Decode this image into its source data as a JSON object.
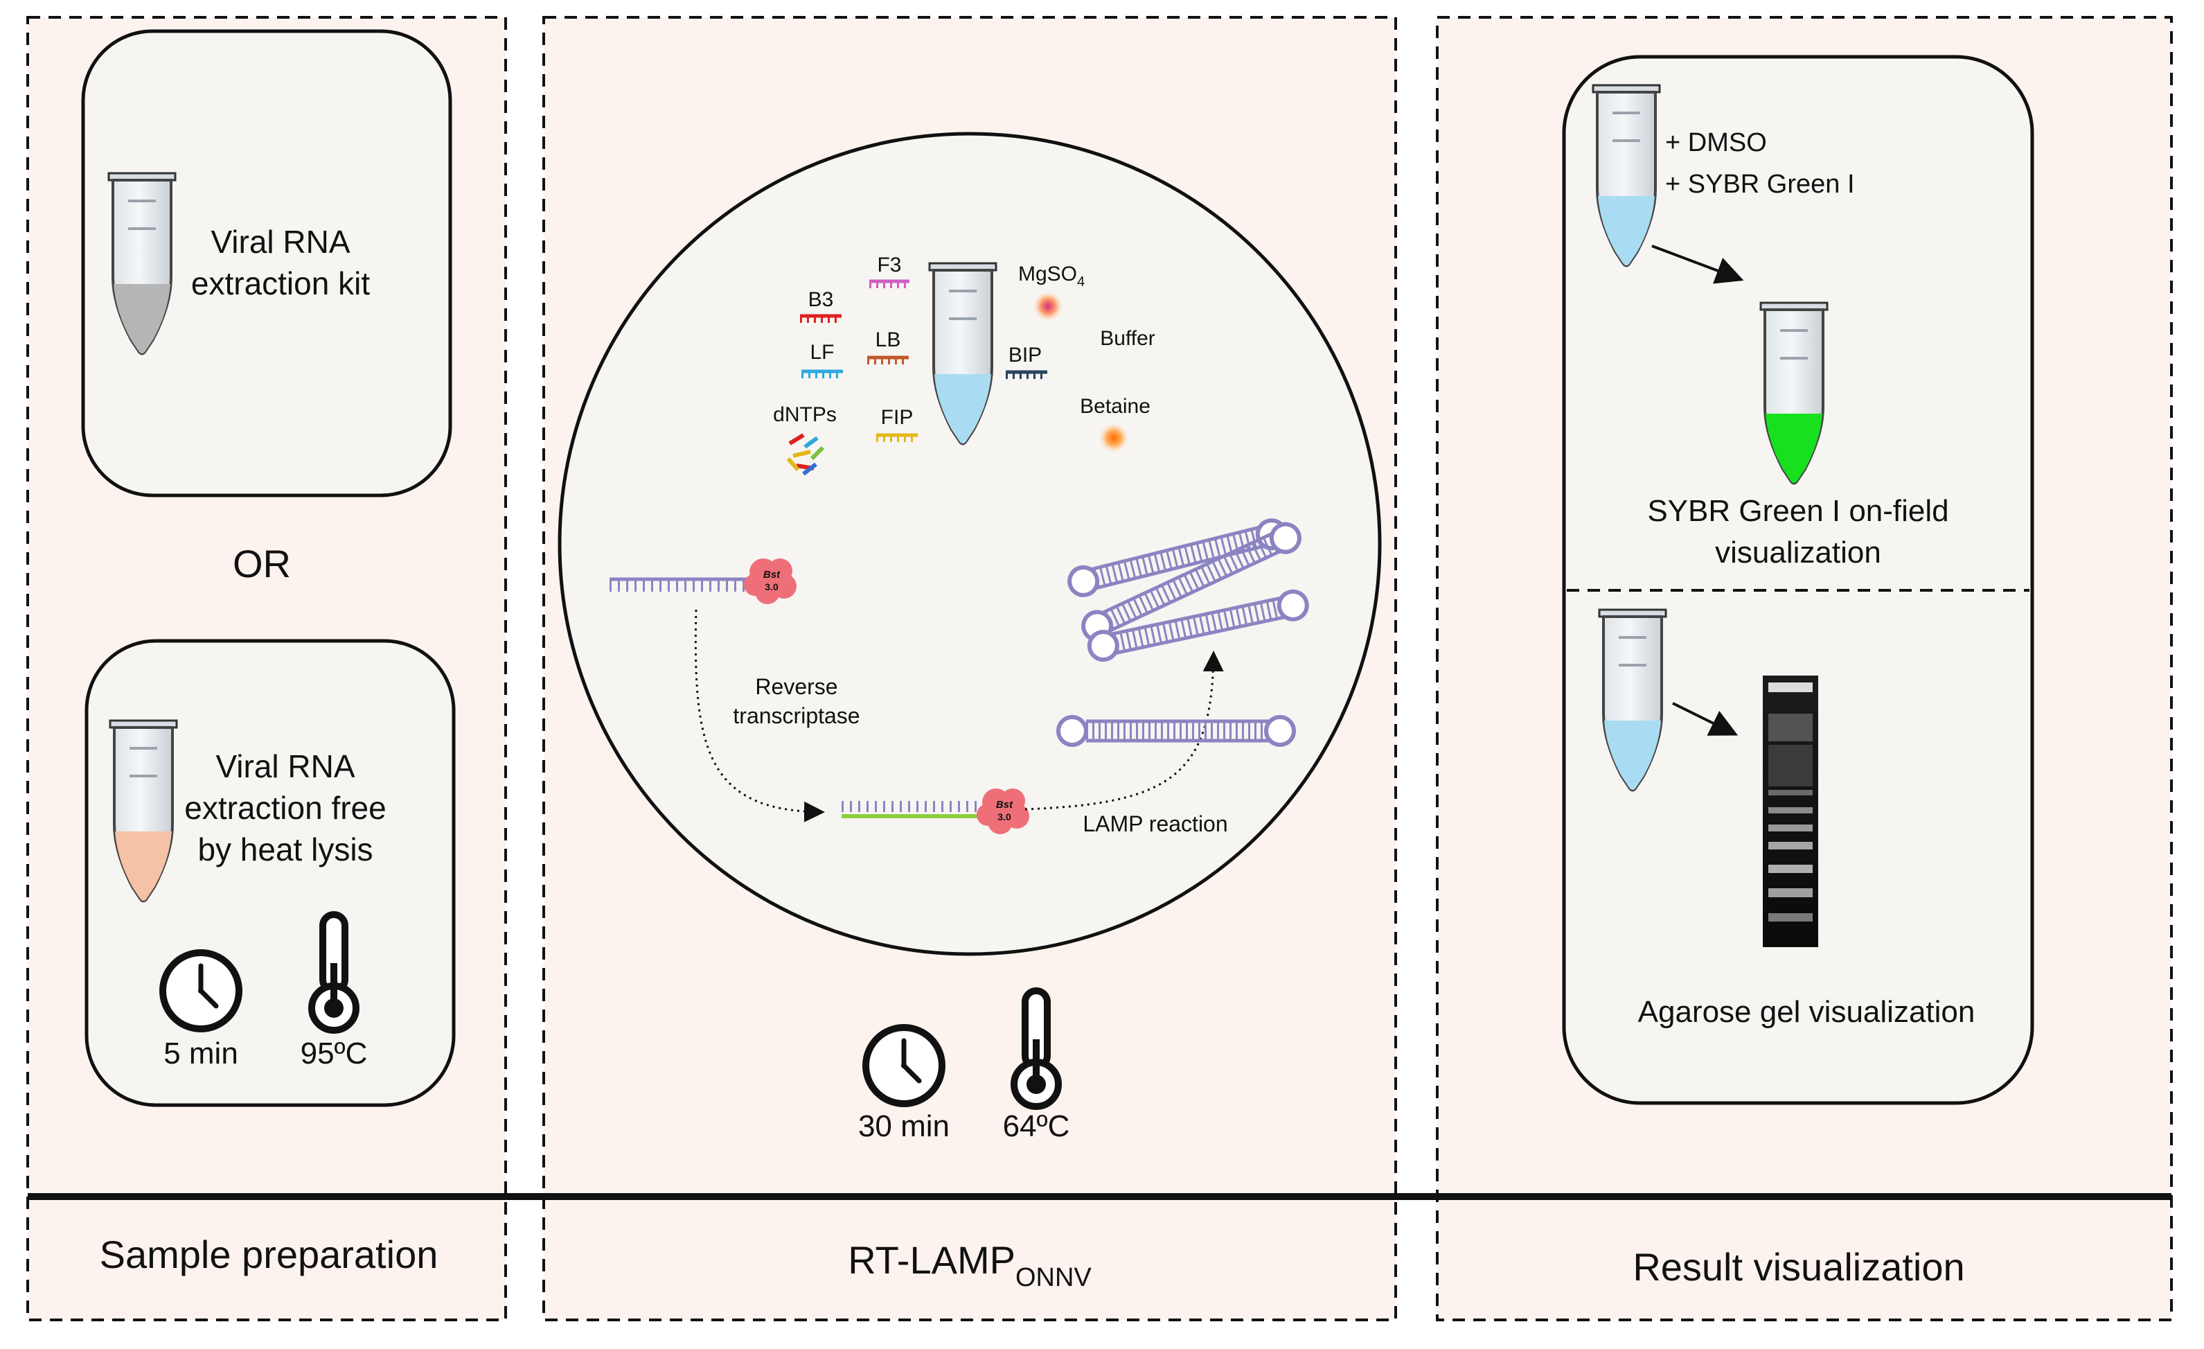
{
  "panels": {
    "sample": {
      "kit_line1": "Viral RNA",
      "kit_line2": "extraction kit",
      "or": "OR",
      "free_line1": "Viral RNA",
      "free_line2": "extraction free",
      "free_line3": "by heat lysis",
      "time": "5 min",
      "temp": "95ºC",
      "footer": "Sample preparation"
    },
    "rtlamp": {
      "reagents": {
        "f3": "F3",
        "b3": "B3",
        "lf": "LF",
        "lb": "LB",
        "bip": "BIP",
        "fip": "FIP",
        "dntps": "dNTPs",
        "mgso4": "MgSO",
        "mgso4_sub": "4",
        "buffer": "Buffer",
        "betaine": "Betaine"
      },
      "enzyme_label_line1": "Bst",
      "enzyme_label_line2": "3.0",
      "rt_line1": "Reverse",
      "rt_line2": "transcriptase",
      "lamp_label": "LAMP reaction",
      "time": "30 min",
      "temp": "64ºC",
      "footer_main": "RT-LAMP",
      "footer_sub": "ONNV"
    },
    "result": {
      "add1": "+ DMSO",
      "add2": "+ SYBR Green I",
      "sybr_line1": "SYBR Green I on-field",
      "sybr_line2": "visualization",
      "gel_label": "Agarose gel visualization",
      "footer": "Result visualization"
    }
  },
  "colors": {
    "panel_bg": "#fdf3ee",
    "box_bg": "#f6f5f2",
    "kit_liquid": "#b5b5b5",
    "heat_liquid": "#f5c2a7",
    "reagent_liquid": "#a9dcf2",
    "sybr_green": "#17e01f",
    "f3": "#d15ec4",
    "b3": "#e0201e",
    "lf": "#2ea8e0",
    "lb": "#c0592a",
    "bip": "#27435e",
    "fip": "#e3b818",
    "enzyme": "#ef6f79",
    "dumbbell": "#8b84c2",
    "strand_green": "#8ccf3f"
  },
  "icons": [
    "tube-icon",
    "clock-icon",
    "thermometer-icon",
    "arrow-icon",
    "enzyme-icon",
    "dumbbell-icon",
    "gel-lane-icon"
  ]
}
